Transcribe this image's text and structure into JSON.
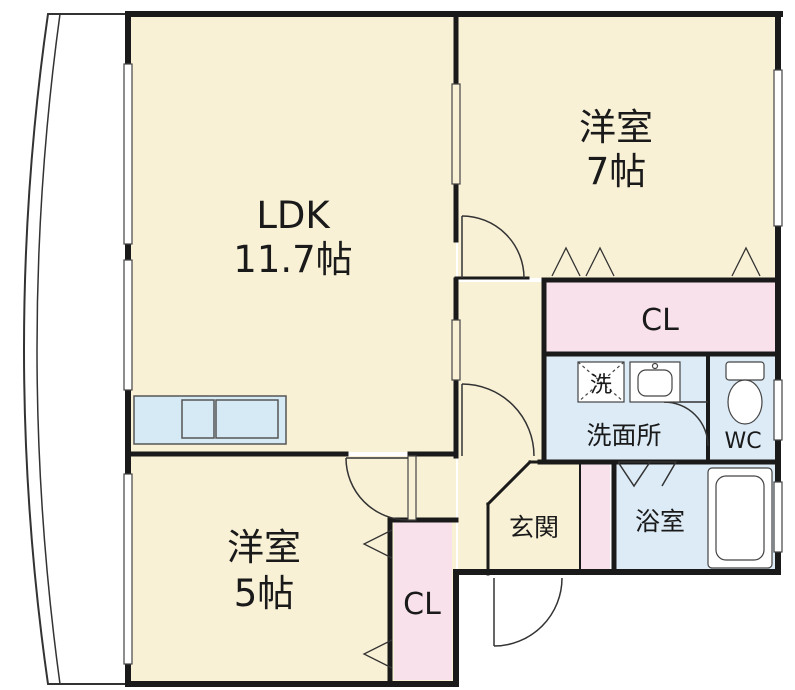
{
  "rooms": {
    "ldk": {
      "name": "LDK",
      "size": "11.7帖"
    },
    "western7": {
      "name": "洋室",
      "size": "7帖"
    },
    "western5": {
      "name": "洋室",
      "size": "5帖"
    },
    "closet_top": {
      "label": "CL"
    },
    "closet_left": {
      "label": "CL"
    },
    "washroom": {
      "label": "洗面所"
    },
    "washer": {
      "label": "洗"
    },
    "toilet": {
      "label": "WC"
    },
    "bath": {
      "label": "浴室"
    },
    "entrance": {
      "label": "玄関"
    }
  },
  "colors": {
    "living": "#f8f1d6",
    "closet": "#f8e1ea",
    "wet": "#dcebf6",
    "wall": "#1a1a1a",
    "background": "#ffffff"
  }
}
